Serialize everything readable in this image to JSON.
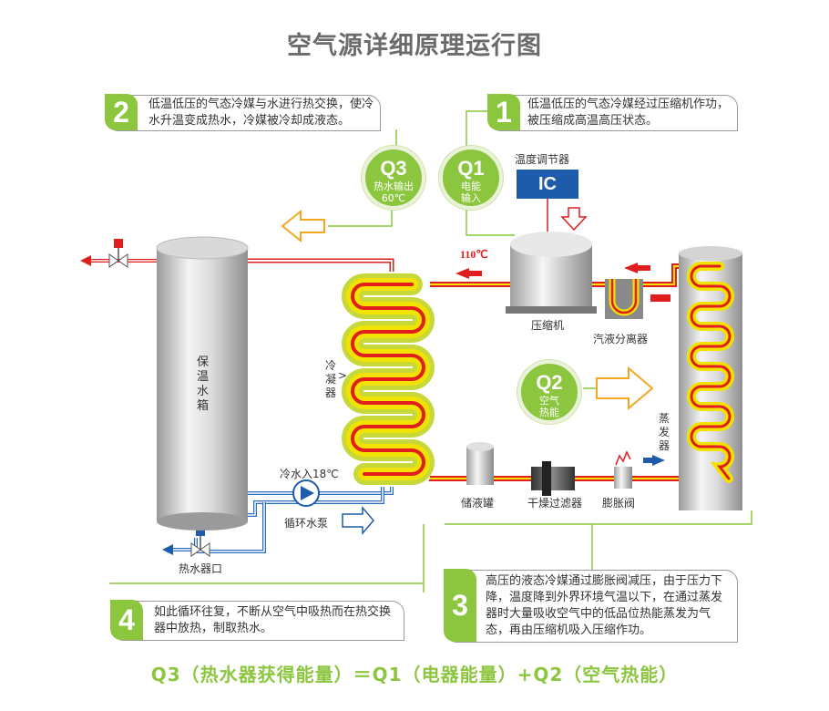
{
  "title": "空气源详细原理运行图",
  "steps": {
    "s1": {
      "num": "1",
      "text": "低温低压的气态冷媒经过压缩机作功，被压缩成高温高压状态。"
    },
    "s2": {
      "num": "2",
      "text": "低温低压的气态冷媒与水进行热交换，使冷水升温变成热水，冷媒被冷却成液态。"
    },
    "s3": {
      "num": "3",
      "text": "高压的液态冷媒通过膨胀阀减压，由于压力下降，温度降到外界环境气温以下，在通过蒸发器时大量吸收空气中的低品位热能蒸发为气态，再由压缩机吸入压缩作功。"
    },
    "s4": {
      "num": "4",
      "text": "如此循环往复，不断从空气中吸热而在热交换器中放热，制取热水。"
    }
  },
  "circles": {
    "q3": {
      "title": "Q3",
      "line1": "热水输出",
      "line2": "60℃"
    },
    "q1": {
      "title": "Q1",
      "line1": "电能",
      "line2": "输入"
    },
    "q2": {
      "title": "Q2",
      "line1": "空气",
      "line2": "热能"
    }
  },
  "components": {
    "thermostat": "温度调节器",
    "ic": "IC",
    "compressor": "压缩机",
    "separator": "汽液分离器",
    "temp_out": "110℃",
    "condenser": "冷凝器",
    "evaporator": "蒸发器",
    "tank": "保温水箱",
    "receiver": "储液罐",
    "filter": "干燥过滤器",
    "valve": "膨胀阀",
    "cold_in": "冷水入18℃",
    "pump": "循环水泵",
    "outlet": "热水器口"
  },
  "formula": "Q3（热水器获得能量）＝Q1（电器能量）+Q2（空气热能）",
  "colors": {
    "green": "#8cc63f",
    "red": "#e01e1e",
    "yellow": "#f2e200",
    "blue": "#1f5bab",
    "lightblue": "#2a6fc4"
  }
}
